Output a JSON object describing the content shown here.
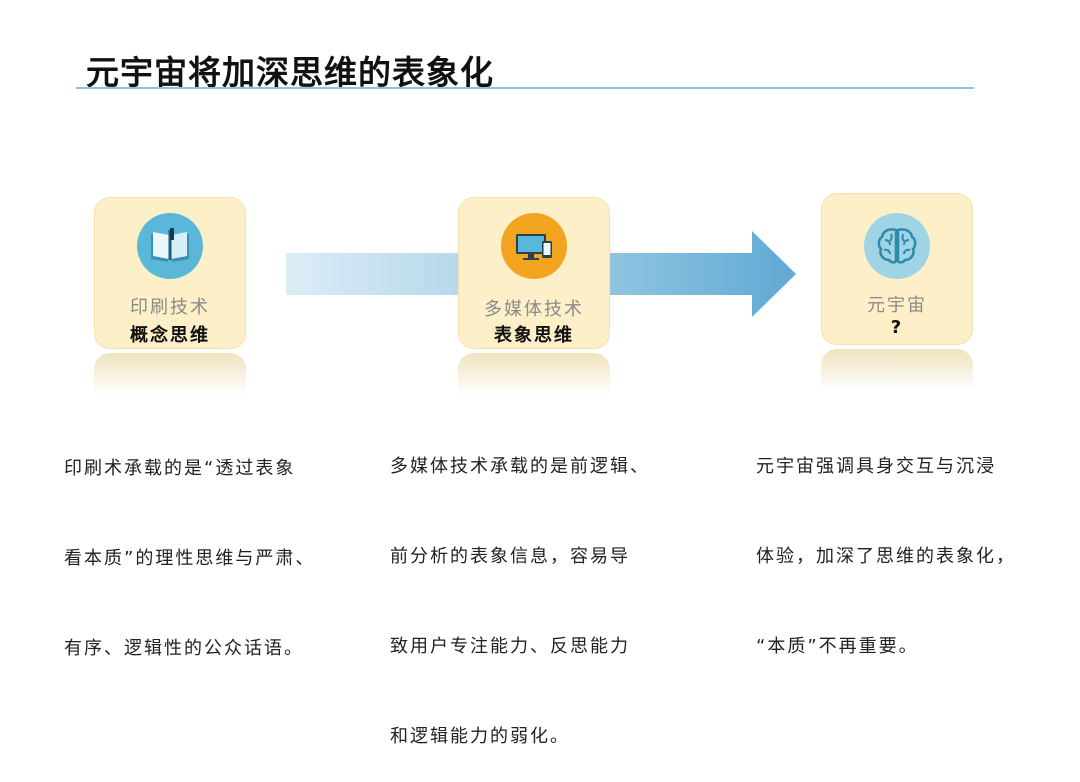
{
  "title": "元宇宙将加深思维的表象化",
  "colors": {
    "rule": "#8fc3dc",
    "card_bg": "#fdf0c8",
    "arrow": "#6fb2d6",
    "icon_blue": "#5bb7d9",
    "icon_orange": "#f3a41f"
  },
  "stages": [
    {
      "icon": "book-icon",
      "label": "印刷技术",
      "sub": "概念思维",
      "desc_lines": [
        "印刷术承载的是“透过表象",
        "看本质”的理性思维与严肃、",
        "有序、逻辑性的公众话语。"
      ]
    },
    {
      "icon": "computer-phone-icon",
      "label": "多媒体技术",
      "sub": "表象思维",
      "desc_lines": [
        "多媒体技术承载的是前逻辑、",
        "前分析的表象信息，容易导",
        "致用户专注能力、反思能力",
        "和逻辑能力的弱化。"
      ]
    },
    {
      "icon": "brain-icon",
      "label": "元宇宙",
      "sub": "?",
      "desc_lines": [
        "元宇宙强调具身交互与沉浸",
        "体验，加深了思维的表象化，",
        "“本质”不再重要。"
      ]
    }
  ]
}
